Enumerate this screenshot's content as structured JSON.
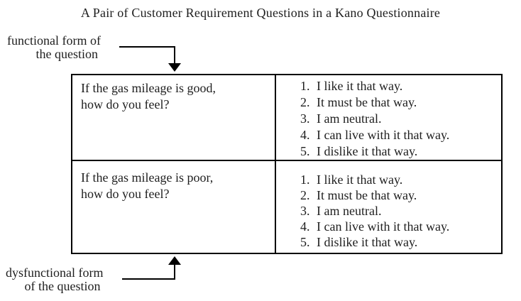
{
  "title": "A Pair of Customer Requirement Questions in a Kano Questionnaire",
  "labels": {
    "functional": {
      "line1": "functional form of",
      "line2": "the question"
    },
    "dysfunctional": {
      "line1": "dysfunctional form",
      "line2": "of the question"
    }
  },
  "table": {
    "rows": [
      {
        "question_line1": "If the gas mileage is good,",
        "question_line2": "how do you feel?",
        "options": [
          {
            "num": "1.",
            "text": "I like it that way."
          },
          {
            "num": "2.",
            "text": "It must be that way."
          },
          {
            "num": "3.",
            "text": "I am neutral."
          },
          {
            "num": "4.",
            "text": "I can live with it that way."
          },
          {
            "num": "5.",
            "text": "I dislike it that way."
          }
        ]
      },
      {
        "question_line1": "If the gas mileage is poor,",
        "question_line2": "how do you feel?",
        "options": [
          {
            "num": "1.",
            "text": "I like it that way."
          },
          {
            "num": "2.",
            "text": "It must be that way."
          },
          {
            "num": "3.",
            "text": "I am neutral."
          },
          {
            "num": "4.",
            "text": "I can live with it that way."
          },
          {
            "num": "5.",
            "text": "I dislike it that way."
          }
        ]
      }
    ]
  },
  "colors": {
    "text": "#1e1e1e",
    "border": "#000000",
    "background": "#ffffff"
  }
}
